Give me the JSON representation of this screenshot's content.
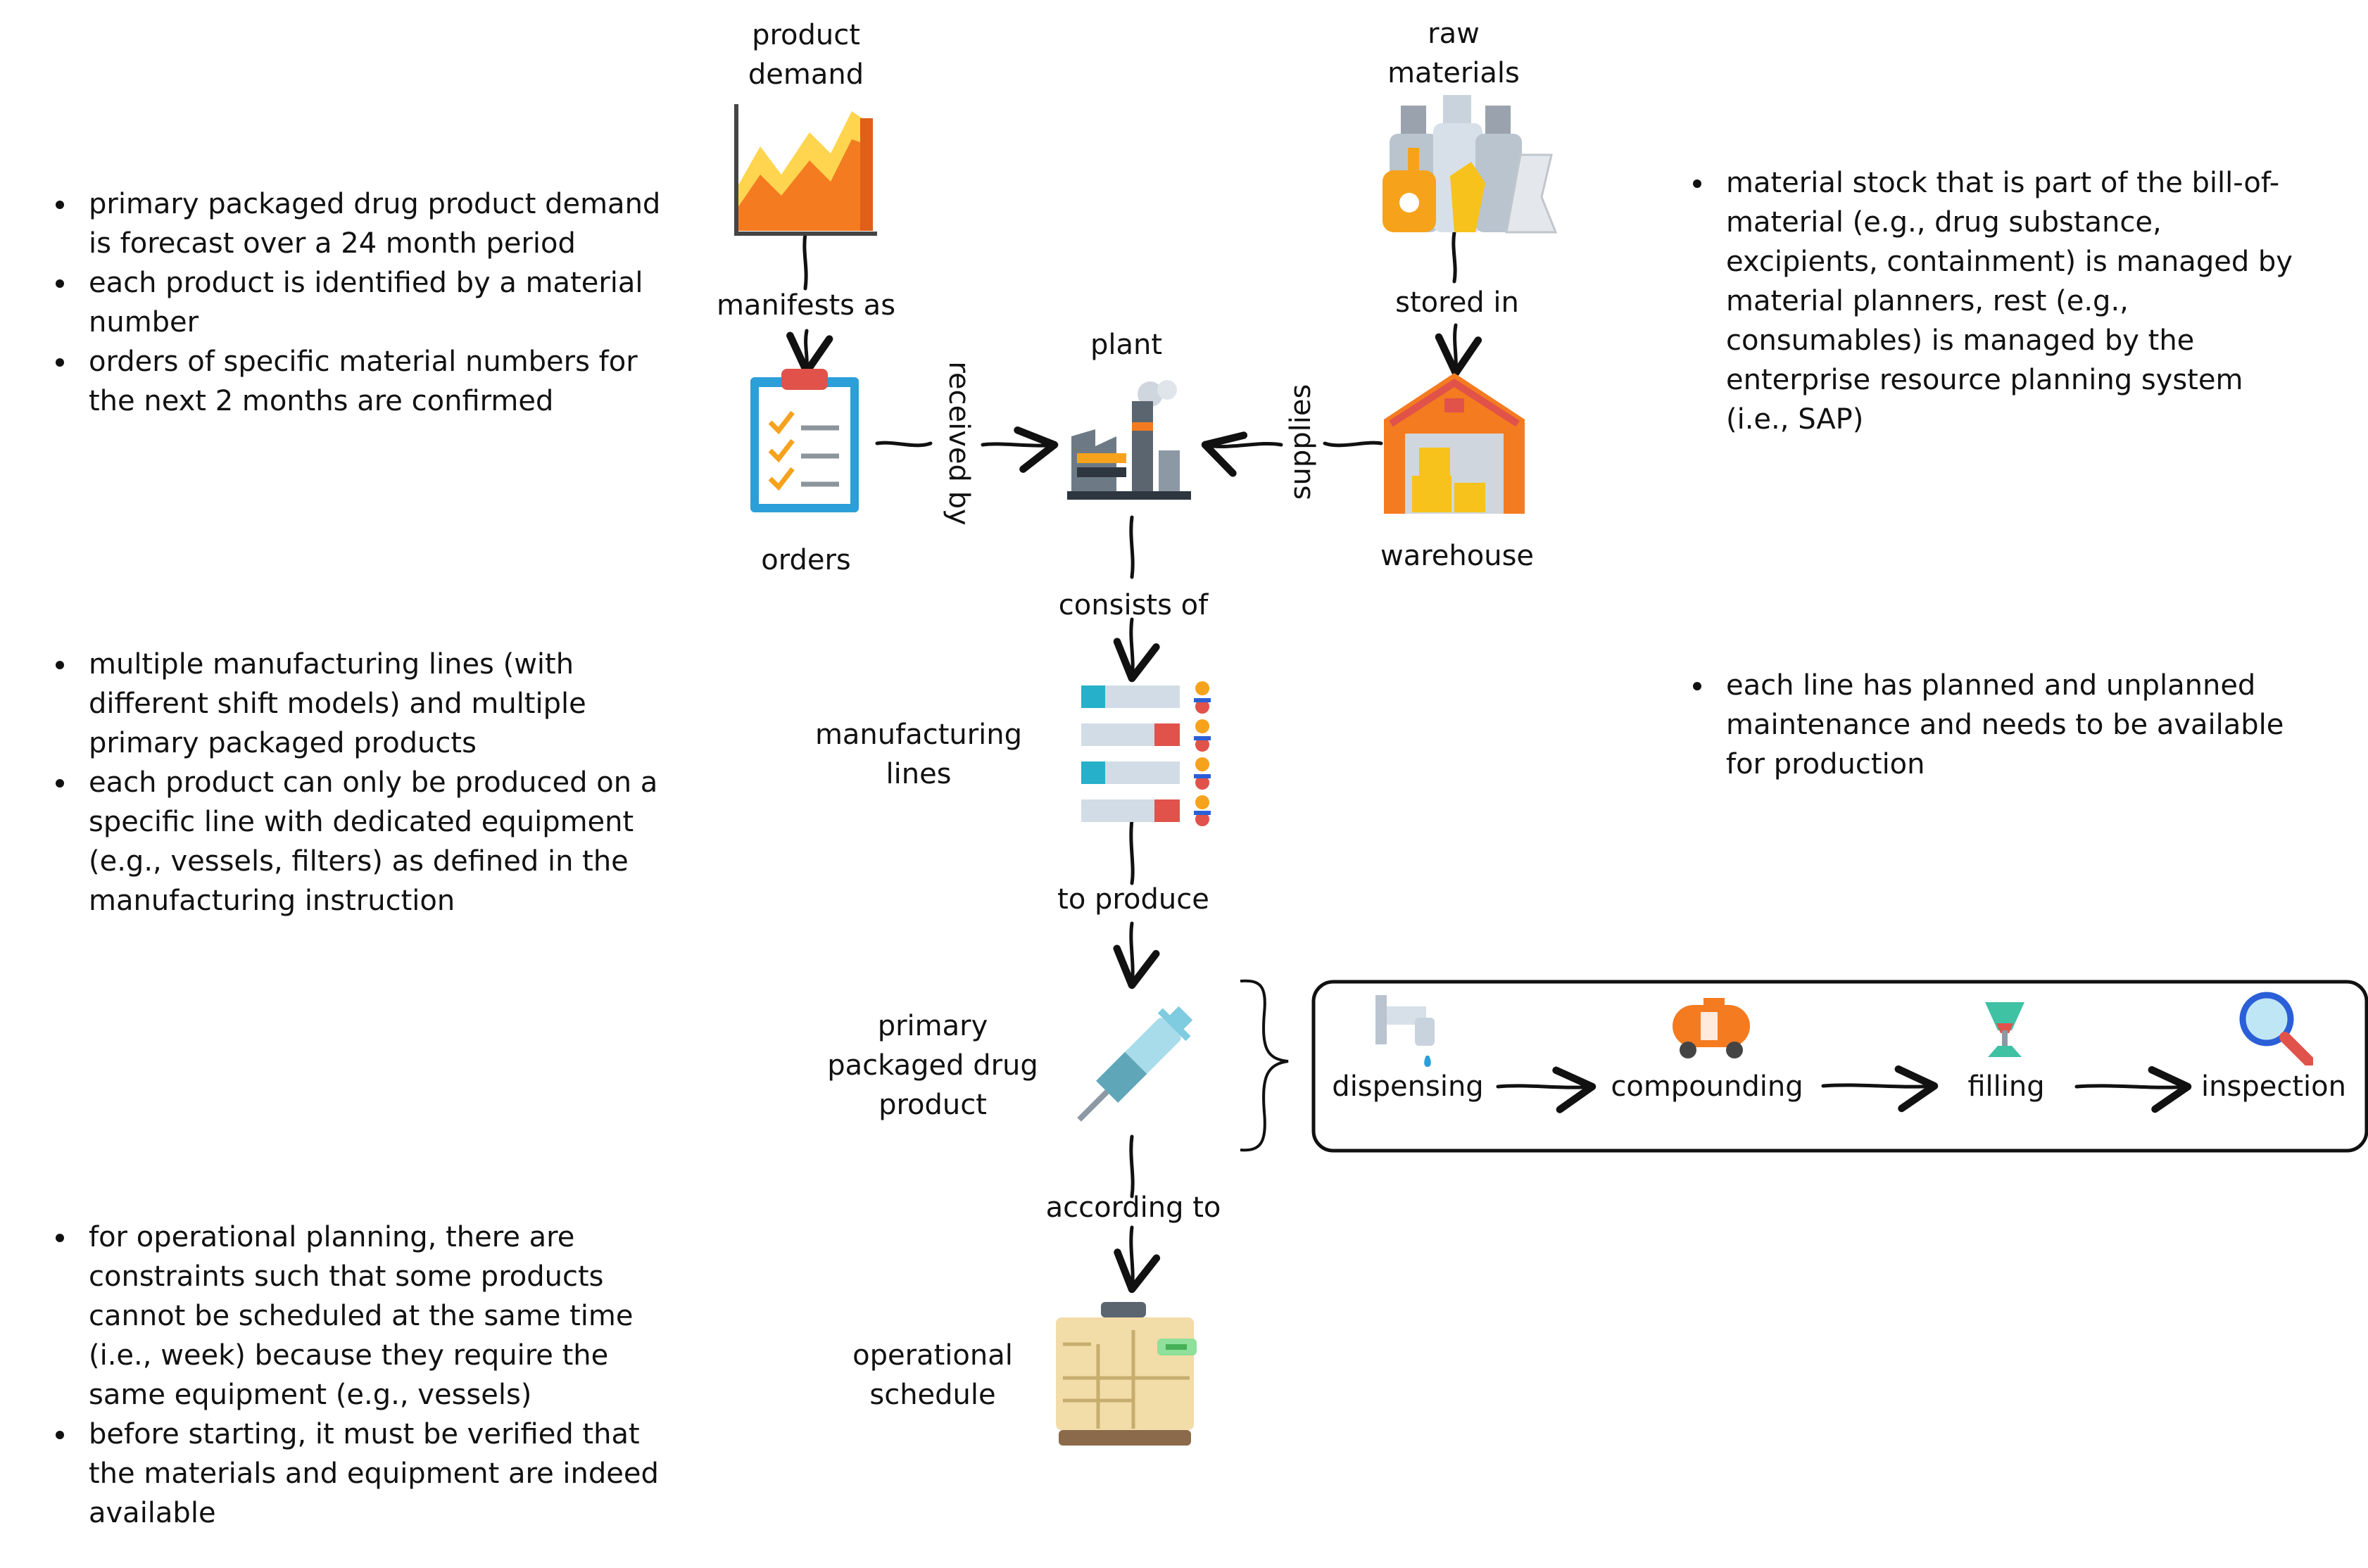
{
  "nodes": {
    "product_demand": [
      "product",
      "demand"
    ],
    "raw_materials": [
      "raw",
      "materials"
    ],
    "orders": "orders",
    "plant": "plant",
    "warehouse": "warehouse",
    "manufacturing_lines": [
      "manufacturing",
      "lines"
    ],
    "primary_packaged_drug_product": [
      "primary",
      "packaged drug",
      "product"
    ],
    "operational_schedule": [
      "operational",
      "schedule"
    ]
  },
  "edges": {
    "manifests_as": "manifests as",
    "stored_in": "stored in",
    "received_by": "received by",
    "supplies": "supplies",
    "consists_of": "consists of",
    "to_produce": "to produce",
    "according_to": "according to"
  },
  "process_steps": [
    "dispensing",
    "compounding",
    "filling",
    "inspection"
  ],
  "notes": {
    "demand": [
      [
        "primary packaged drug product demand",
        "is forecast over a 24 month period"
      ],
      [
        "each product is identified by a material",
        "number"
      ],
      [
        "orders of specific material numbers for",
        "the next 2 months are confirmed"
      ]
    ],
    "material": [
      [
        "material stock that is part of the bill-of-",
        "material (e.g., drug substance,",
        "excipients, containment) is managed by",
        "material planners, rest (e.g.,",
        "consumables) is managed by the",
        "enterprise resource planning system",
        "(i.e., SAP)"
      ]
    ],
    "lines": [
      [
        "multiple manufacturing lines (with",
        "different shift models) and multiple",
        "primary packaged products"
      ],
      [
        "each product can only be produced on a",
        "specific line with dedicated equipment",
        "(e.g., vessels, filters) as defined in the",
        "manufacturing instruction"
      ]
    ],
    "maintenance": [
      [
        "each line has planned and unplanned",
        "maintenance and needs to be available",
        "for production"
      ]
    ],
    "planning": [
      [
        "for operational planning, there are",
        "constraints such that some products",
        "cannot be scheduled at the same time",
        "(i.e., week) because they require the",
        "same equipment (e.g., vessels)"
      ],
      [
        "before starting, it must be verified that",
        "the materials and equipment are indeed",
        "available"
      ]
    ]
  },
  "icons": [
    "area-chart-icon",
    "bottles-icon",
    "clipboard-checklist-icon",
    "factory-icon",
    "warehouse-icon",
    "gantt-lines-icon",
    "syringe-icon",
    "faucet-icon",
    "tank-truck-icon",
    "funnel-cup-icon",
    "magnifier-icon",
    "schedule-board-icon"
  ],
  "colors": {
    "line": "#111111",
    "orange": "#f47b20",
    "yellow": "#ffd54f",
    "blue": "#2b9fd8",
    "red": "#e0524a",
    "teal": "#26b0c9",
    "grey": "#9aa3ad"
  }
}
